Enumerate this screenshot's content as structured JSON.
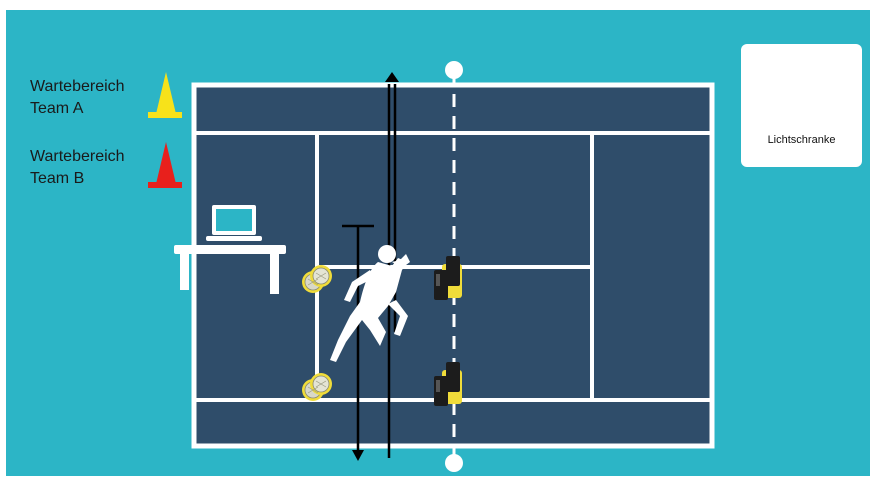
{
  "legend": {
    "team_a": {
      "line1": "Wartebereich",
      "line2": "Team A",
      "cone_color": "#f7e21a"
    },
    "team_b": {
      "line1": "Wartebereich",
      "line2": "Team B",
      "cone_color": "#e8201c"
    }
  },
  "card": {
    "label": "Lichtschranke"
  },
  "colors": {
    "background": "#2cb5c6",
    "court": "#2f4d6a",
    "court_lines": "#ffffff",
    "sensor_body": "#1c1c1c",
    "sensor_accent": "#f0dc3a"
  },
  "icons": [
    "laptop-icon",
    "table-icon",
    "runner-icon",
    "light-barrier-icon",
    "reflector-icon",
    "cone-icon"
  ]
}
